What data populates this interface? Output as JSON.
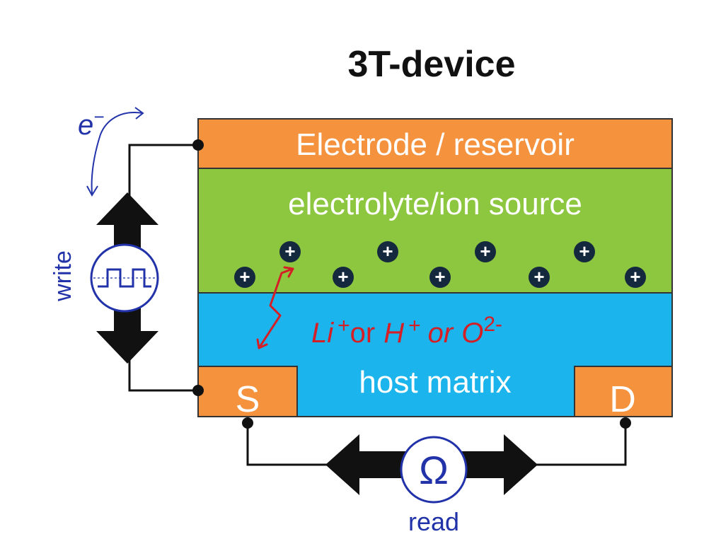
{
  "title": "3T-device",
  "layers": {
    "electrode": "Electrode / reservoir",
    "electrolyte": "electrolyte/ion source",
    "host": "host matrix"
  },
  "terminals": {
    "source": "S",
    "drain": "D"
  },
  "ions": {
    "label_li": "Li",
    "label_h": "H",
    "label_o": "O",
    "sup_plus1": "+",
    "sup_plus2": "+",
    "sup_o": "2-",
    "or1": "or",
    "or2": "or",
    "ion_symbol": "+"
  },
  "labels": {
    "write": "write",
    "read": "read",
    "electron": "e",
    "electron_sup": "−",
    "ohm": "Ω"
  },
  "colors": {
    "orange": "#F5923E",
    "green": "#8DC63F",
    "blue": "#1BB4EC",
    "ion_fill": "#14283E",
    "label_blue": "#2233AA",
    "red": "#D41F26",
    "outline": "#333333"
  }
}
